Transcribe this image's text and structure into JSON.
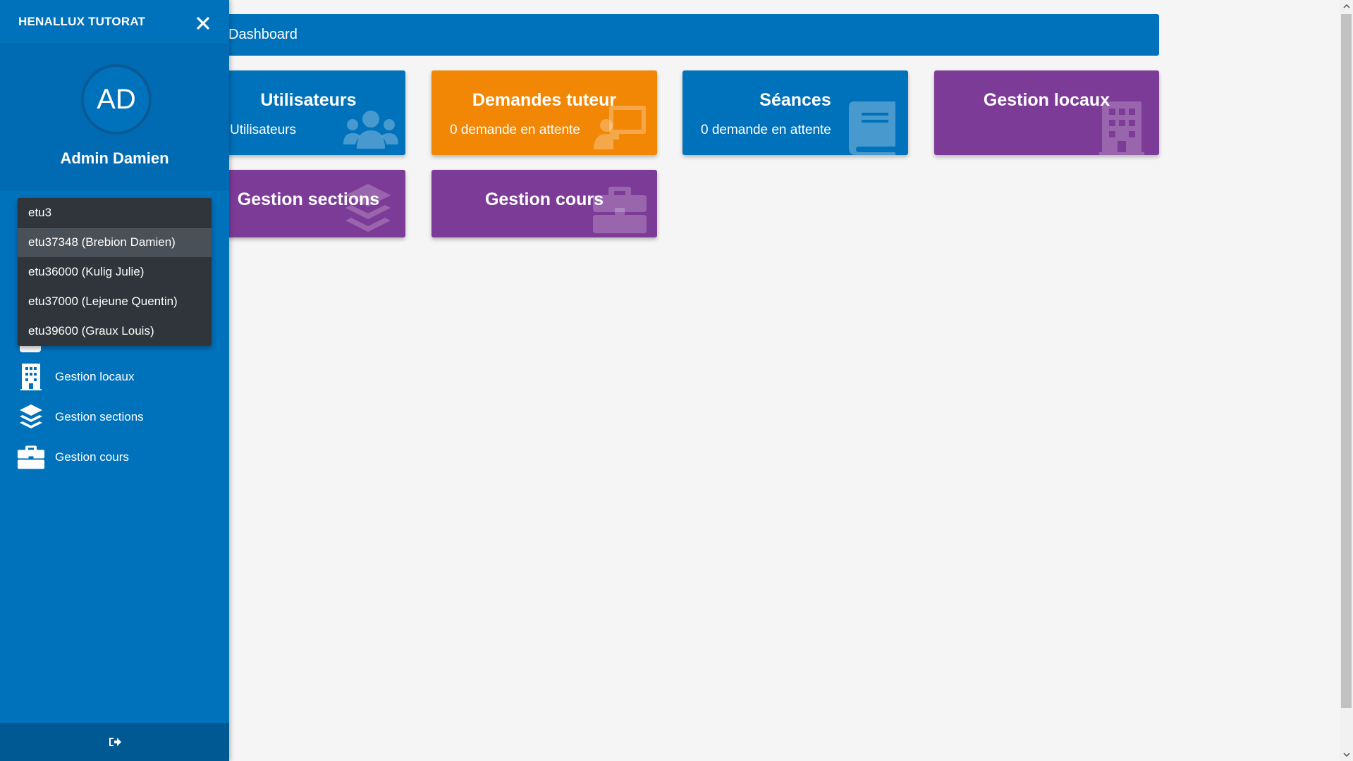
{
  "app": {
    "brand": "HENALLUX TUTORAT"
  },
  "topbar": {
    "title": "Dashboard"
  },
  "cards": {
    "users": {
      "title": "Utilisateurs",
      "subtitle": "Utilisateurs"
    },
    "requests": {
      "title": "Demandes tuteur",
      "subtitle": "0 demande en attente"
    },
    "sessions": {
      "title": "Séances",
      "subtitle": "0 demande en attente"
    },
    "rooms": {
      "title": "Gestion locaux"
    },
    "sections": {
      "title": "Gestion sections"
    },
    "courses": {
      "title": "Gestion cours"
    }
  },
  "sidebar": {
    "avatar_initials": "AD",
    "username": "Admin Damien",
    "items": [
      {
        "label": "Gestion locaux",
        "icon": "building-icon"
      },
      {
        "label": "Gestion sections",
        "icon": "layers-icon"
      },
      {
        "label": "Gestion cours",
        "icon": "briefcase-icon"
      }
    ],
    "footer_icon": "logout-icon"
  },
  "autocomplete": {
    "value": "etu3",
    "options": [
      "etu37348 (Brebion Damien)",
      "etu36000 (Kulig Julie)",
      "etu37000 (Lejeune Quentin)",
      "etu39600 (Graux Louis)"
    ]
  },
  "colors": {
    "primary": "#0072bc",
    "orange": "#f28705",
    "purple": "#7d3b98",
    "dropdown": "#2f353b"
  }
}
